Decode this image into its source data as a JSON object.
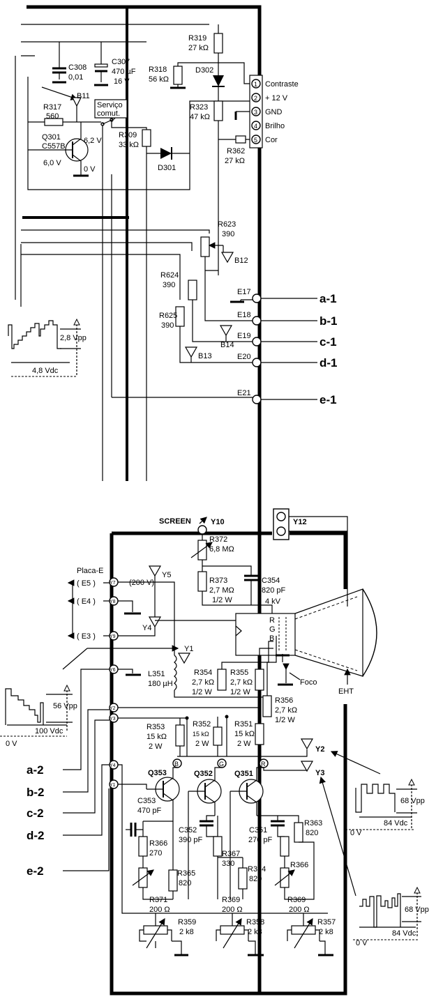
{
  "top": {
    "connector_pins": [
      {
        "num": "1",
        "label": "Contraste"
      },
      {
        "num": "2",
        "label": "+ 12 V"
      },
      {
        "num": "3",
        "label": "GND"
      },
      {
        "num": "4",
        "label": "Brilho"
      },
      {
        "num": "5",
        "label": "Cor"
      }
    ],
    "components": {
      "r319": {
        "name": "R319",
        "value": "27 kΩ"
      },
      "r318": {
        "name": "R318",
        "value": "56 kΩ"
      },
      "d302": "D302",
      "r323": {
        "name": "R323",
        "value": "47 kΩ"
      },
      "c308": {
        "name": "C308",
        "value": "0,01"
      },
      "c307": {
        "name": "C307",
        "value": "470 µF",
        "voltage": "16 V"
      },
      "b11": "B11",
      "r317": {
        "name": "R317",
        "value": "560"
      },
      "switch": {
        "line1": "Serviço",
        "line2": "comut."
      },
      "q301": {
        "name": "Q301",
        "type": "C557B",
        "v_emitter": "6,2 V",
        "v_base": "6,0 V",
        "v_collector": "0 V"
      },
      "r309": {
        "name": "R309",
        "value": "33 kΩ"
      },
      "d301": "D301",
      "r362": {
        "name": "R362",
        "value": "27 kΩ"
      },
      "r623": {
        "name": "R623",
        "value": "390"
      },
      "b12": "B12",
      "r624": {
        "name": "R624",
        "value": "390"
      },
      "r625": {
        "name": "R625",
        "value": "390"
      },
      "b13": "B13",
      "b14": "B14"
    },
    "edge_points": [
      {
        "id": "E17",
        "out": "a-1"
      },
      {
        "id": "E18",
        "out": "b-1"
      },
      {
        "id": "E19",
        "out": "c-1"
      },
      {
        "id": "E20",
        "out": "d-1"
      },
      {
        "id": "E21",
        "out": "e-1"
      }
    ],
    "waveform": {
      "vpp": "2,8 Vpp",
      "vdc": "4,8 Vdc"
    }
  },
  "bottom": {
    "screen_label": "SCREEN",
    "y10": "Y10",
    "y12": "Y12",
    "r372": {
      "name": "R372",
      "value": "6,8 MΩ"
    },
    "r373": {
      "name": "R373",
      "value": "2,7 MΩ",
      "power": "1/2 W"
    },
    "c354": {
      "name": "C354",
      "value": "820 pF",
      "voltage": "4 kV"
    },
    "placa": "Placa-E",
    "e5": "( E5 )",
    "e4": "( E4 )",
    "e3": "( E3 )",
    "v200": "(200 V)",
    "y5": "Y5",
    "y4": "Y4",
    "y1": "Y1",
    "pin_y7": "Y7",
    "pin_y8": "Y8",
    "pin_y9": "Y9",
    "pin_y6": "Y6",
    "pin_y2": "Y2",
    "pin_y3": "Y3",
    "pin_y4": "Y4",
    "pin_y1": "Y1",
    "l351": {
      "name": "L351",
      "value": "180 µH"
    },
    "crt": {
      "r": "R",
      "g": "G",
      "b": "B",
      "foco": "Foco",
      "eht": "EHT"
    },
    "r354": {
      "name": "R354",
      "value": "2,7 kΩ",
      "power": "1/2 W"
    },
    "r355": {
      "name": "R355",
      "value": "2,7 kΩ",
      "power": "1/2 W"
    },
    "r356": {
      "name": "R356",
      "value": "2,7 kΩ",
      "power": "1/2 W"
    },
    "r353": {
      "name": "R353",
      "value": "15 kΩ",
      "power": "2 W"
    },
    "r352": {
      "name": "R352",
      "value": "15 kΩ",
      "power": "2 W"
    },
    "r351": {
      "name": "R351",
      "value": "15 kΩ",
      "power": "2 W"
    },
    "node_b": "B",
    "node_g": "G",
    "node_r": "R",
    "y2": "Y2",
    "y3": "Y3",
    "q353": "Q353",
    "q352": "Q352",
    "q351": "Q351",
    "c353": {
      "name": "C353",
      "value": "470 pF"
    },
    "c352": {
      "name": "C352",
      "value": "390 pF"
    },
    "c351": {
      "name": "C351",
      "value": "270 pF"
    },
    "r363": {
      "name": "R363",
      "value": "820"
    },
    "r366a": {
      "name": "R366",
      "value": "270"
    },
    "r365": {
      "name": "R365",
      "value": "820"
    },
    "r367": {
      "name": "R367",
      "value": "330"
    },
    "r364": {
      "name": "R364",
      "value": "820"
    },
    "r366b": {
      "name": "R366",
      "value": ""
    },
    "r371": {
      "name": "R371",
      "value": "200 Ω"
    },
    "r369a": {
      "name": "R369",
      "value": "200 Ω"
    },
    "r369b": {
      "name": "R369",
      "value": "200 Ω"
    },
    "r359": {
      "name": "R359",
      "value": "2 k8"
    },
    "r358": {
      "name": "R358",
      "value": "2 k8"
    },
    "r357": {
      "name": "R357",
      "value": "2 k8"
    },
    "inputs": [
      "a-2",
      "b-2",
      "c-2",
      "d-2",
      "e-2"
    ],
    "wave_left": {
      "vpp": "56 Vpp",
      "vdc": "100 Vdc",
      "zero": "0 V"
    },
    "wave_right1": {
      "vpp": "68 Vpp",
      "vdc": "84 Vdc",
      "zero": "0 V"
    },
    "wave_right2": {
      "vpp": "68 Vpp",
      "vdc": "84 Vdc",
      "zero": "0 V"
    }
  }
}
